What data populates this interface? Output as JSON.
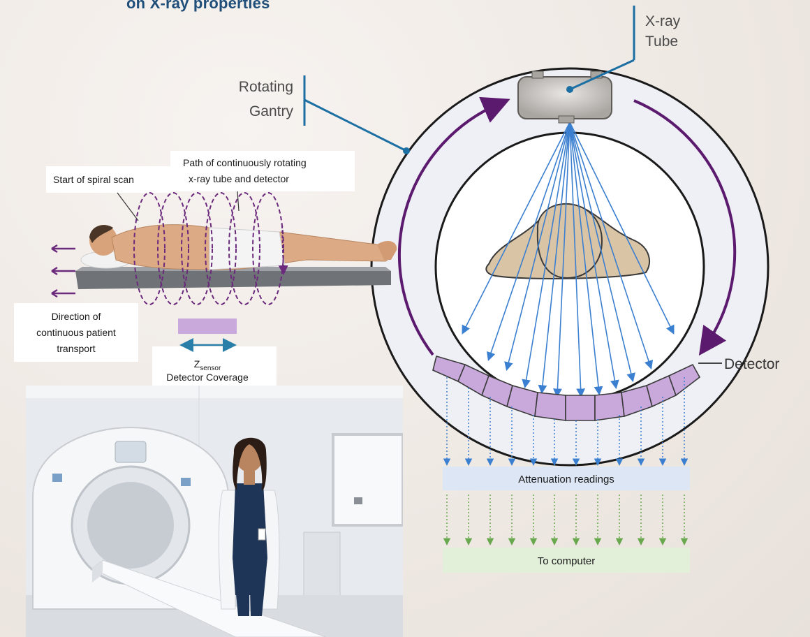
{
  "title": "on X-ray properties",
  "gantry": {
    "tube_label_line1": "X-ray",
    "tube_label_line2": "Tube",
    "gantry_label_line1": "Rotating",
    "gantry_label_line2": "Gantry",
    "detector_label": "Detector",
    "attenuation_label": "Attenuation readings",
    "computer_label": "To computer"
  },
  "spiral": {
    "start_label": "Start of spiral scan",
    "path_label_line1": "Path of continuously rotating",
    "path_label_line2": "x-ray tube and detector",
    "direction_line1": "Direction of",
    "direction_line2": "continuous patient",
    "direction_line3": "transport",
    "z_symbol": "Z",
    "z_subscript": "sensor",
    "coverage_label": "Detector Coverage"
  },
  "colors": {
    "title": "#1f4e79",
    "gantry_leader": "#1c6fa3",
    "rotation_arrow": "#5b1a6e",
    "beam": "#3b7fd0",
    "detector": "#c9a9dc",
    "attenuation_box": "#dce6f5",
    "computer_box": "#e2efd9"
  }
}
